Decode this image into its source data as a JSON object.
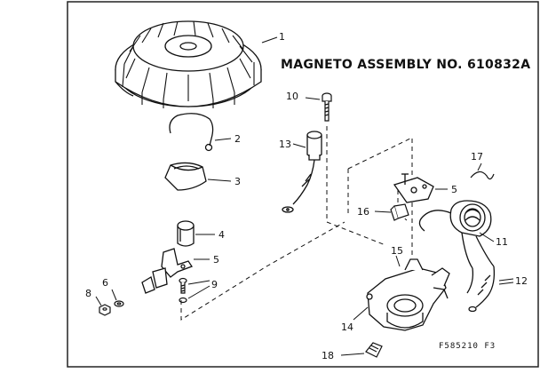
{
  "diagram": {
    "title": "MAGNETO ASSEMBLY NO. 610832A",
    "reference_code": "F585210 F3",
    "callouts": {
      "c1": "1",
      "c2": "2",
      "c3": "3",
      "c4": "4",
      "c5a": "5",
      "c5b": "5",
      "c6": "6",
      "c8": "8",
      "c9": "9",
      "c10": "10",
      "c11": "11",
      "c12": "12",
      "c13": "13",
      "c14": "14",
      "c15": "15",
      "c16": "16",
      "c17": "17",
      "c18": "18"
    }
  }
}
